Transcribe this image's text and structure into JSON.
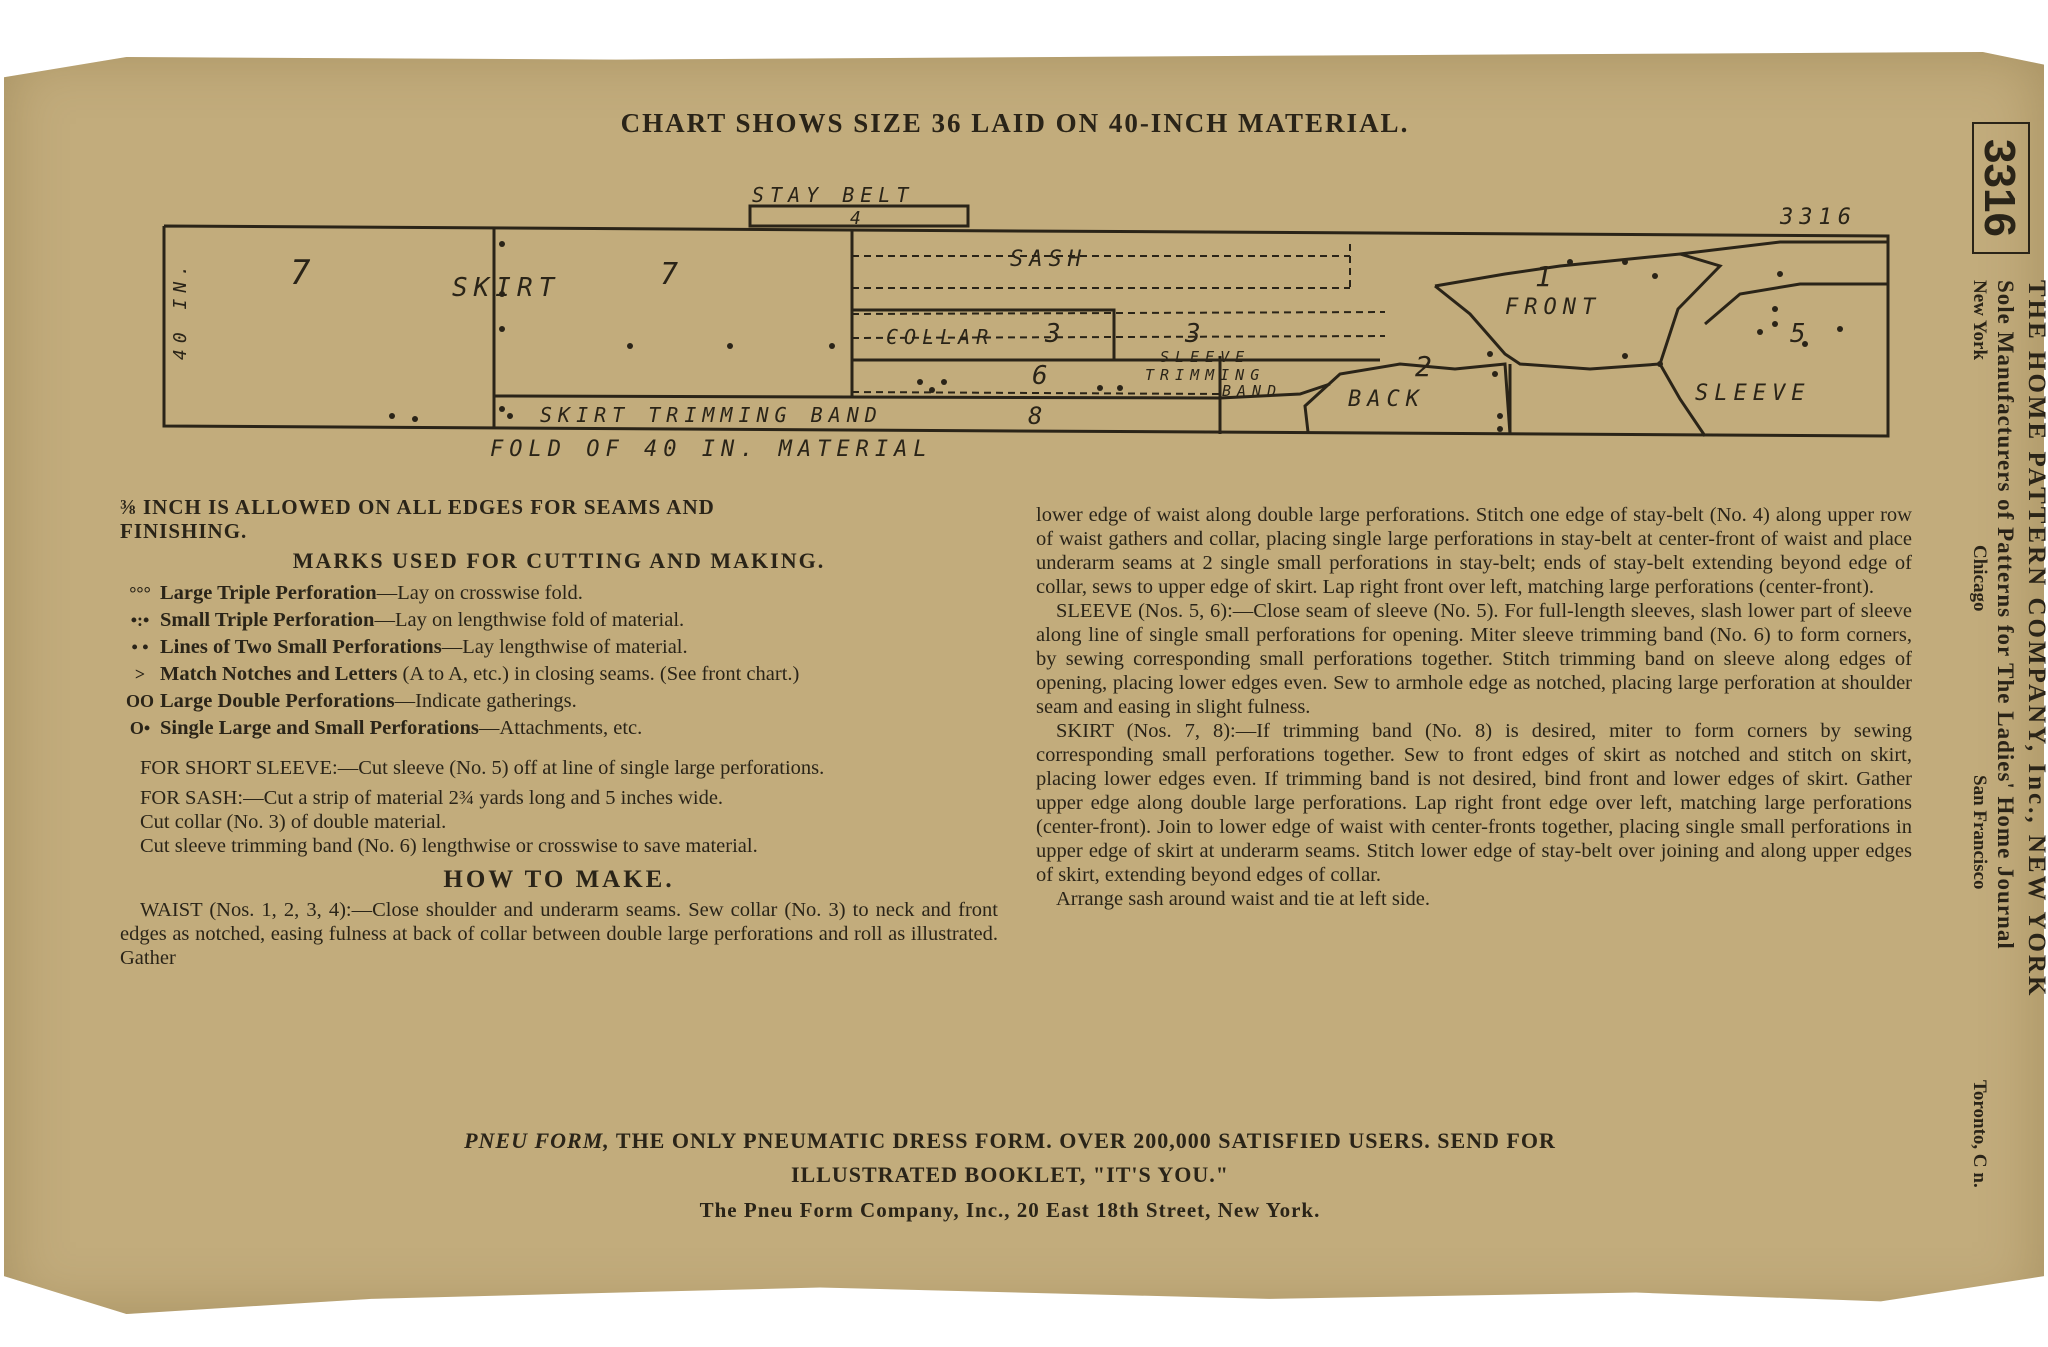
{
  "title": "CHART SHOWS SIZE 36 LAID ON 40-INCH MATERIAL.",
  "chart": {
    "stay_belt": "STAY BELT",
    "stay_belt_num": "4",
    "pattern_no": "3316",
    "width_label": "40 IN.",
    "fold": "FOLD OF 40 IN. MATERIAL",
    "pieces": {
      "p7a": "7",
      "skirt": "SKIRT",
      "p7b": "7",
      "sash": "SASH",
      "collar": "COLLAR",
      "collar_num": "3",
      "p3": "3",
      "p6": "6",
      "sleeve_trim_1": "SLEEVE",
      "sleeve_trim_2": "TRIMMING",
      "sleeve_trim_3": "BAND",
      "front_num": "1",
      "front": "FRONT",
      "back_num": "2",
      "back": "BACK",
      "sleeve_num": "5",
      "sleeve": "SLEEVE",
      "skirt_band": "SKIRT TRIMMING BAND",
      "skirt_band_num": "8"
    }
  },
  "left": {
    "intro_a": "⅜ INCH IS ALLOWED ON ALL EDGES FOR SEAMS AND",
    "intro_b": "FINISHING.",
    "marks_head": "MARKS USED FOR CUTTING AND MAKING.",
    "marks": [
      {
        "sym": "°°°",
        "name": "Large Triple Perforation",
        "desc": "—Lay on crosswise fold."
      },
      {
        "sym": "•:•",
        "name": "Small Triple Perforation",
        "desc": "—Lay on lengthwise fold of material."
      },
      {
        "sym": "• •",
        "name": "Lines of Two Small Perforations",
        "desc": "—Lay lengthwise of material."
      },
      {
        "sym": ">",
        "name": "Match Notches and Letters",
        "desc": " (A to A, etc.) in closing seams. (See front chart.)"
      },
      {
        "sym": "OO",
        "name": "Large Double Perforations",
        "desc": "—Indicate gatherings."
      },
      {
        "sym": "O•",
        "name": "Single Large and Small Perforations",
        "desc": "—Attachments, etc."
      }
    ],
    "short_sleeve": "FOR SHORT SLEEVE:—Cut sleeve (No. 5) off at line of single large perforations.",
    "sash": "FOR SASH:—Cut a strip of material 2¾ yards long and 5 inches wide.",
    "collar": "Cut collar (No. 3) of double material.",
    "trim": "Cut sleeve trimming band (No. 6) lengthwise or crosswise to save material.",
    "how_head": "HOW TO MAKE.",
    "waist": "WAIST (Nos. 1, 2, 3, 4):—Close shoulder and underarm seams. Sew collar (No. 3) to neck and front edges as notched, easing fulness at back of collar between double large perforations and roll as illustrated. Gather"
  },
  "right": {
    "p1": "lower edge of waist along double large perforations. Stitch one edge of stay-belt (No. 4) along upper row of waist gathers and collar, placing single large perforations in stay-belt at center-front of waist and place underarm seams at 2 single small perforations in stay-belt; ends of stay-belt extending beyond edge of collar, sews to upper edge of skirt. Lap right front over left, matching large perforations (center-front).",
    "p2": "SLEEVE (Nos. 5, 6):—Close seam of sleeve (No. 5). For full-length sleeves, slash lower part of sleeve along line of single small perforations for opening. Miter sleeve trimming band (No. 6) to form corners, by sewing corresponding small perforations together. Stitch trimming band on sleeve along edges of opening, placing lower edges even. Sew to armhole edge as notched, placing large perforation at shoulder seam and easing in slight fulness.",
    "p3": "SKIRT (Nos. 7, 8):—If trimming band (No. 8) is desired, miter to form corners by sewing corresponding small perforations together. Sew to front edges of skirt as notched and stitch on skirt, placing lower edges even. If trimming band is not desired, bind front and lower edges of skirt. Gather upper edge along double large perforations. Lap right front edge over left, matching large perforations (center-front). Join to lower edge of waist with center-fronts together, placing single small perforations in upper edge of skirt at underarm seams. Stitch lower edge of stay-belt over joining and along upper edges of skirt, extending beyond edges of collar.",
    "p4": "Arrange sash around waist and tie at left side."
  },
  "footer": {
    "brand": "PNEU FORM,",
    "line1": " THE ONLY PNEUMATIC DRESS FORM. OVER 200,000 SATISFIED USERS. SEND FOR",
    "line2": "ILLUSTRATED BOOKLET, \"IT'S YOU.\"",
    "line3": "The Pneu Form Company, Inc., 20 East 18th Street, New York."
  },
  "side": {
    "number": "3316",
    "company": "THE HOME PATTERN COMPANY, Inc., NEW YORK",
    "sole": "Sole Manufacturers of Patterns for The Ladies' Home Journal",
    "cities_left": "New York",
    "cities_mid1": "Chicago",
    "cities_mid2": "San Francisco",
    "cities_right": "Toronto, C n."
  }
}
